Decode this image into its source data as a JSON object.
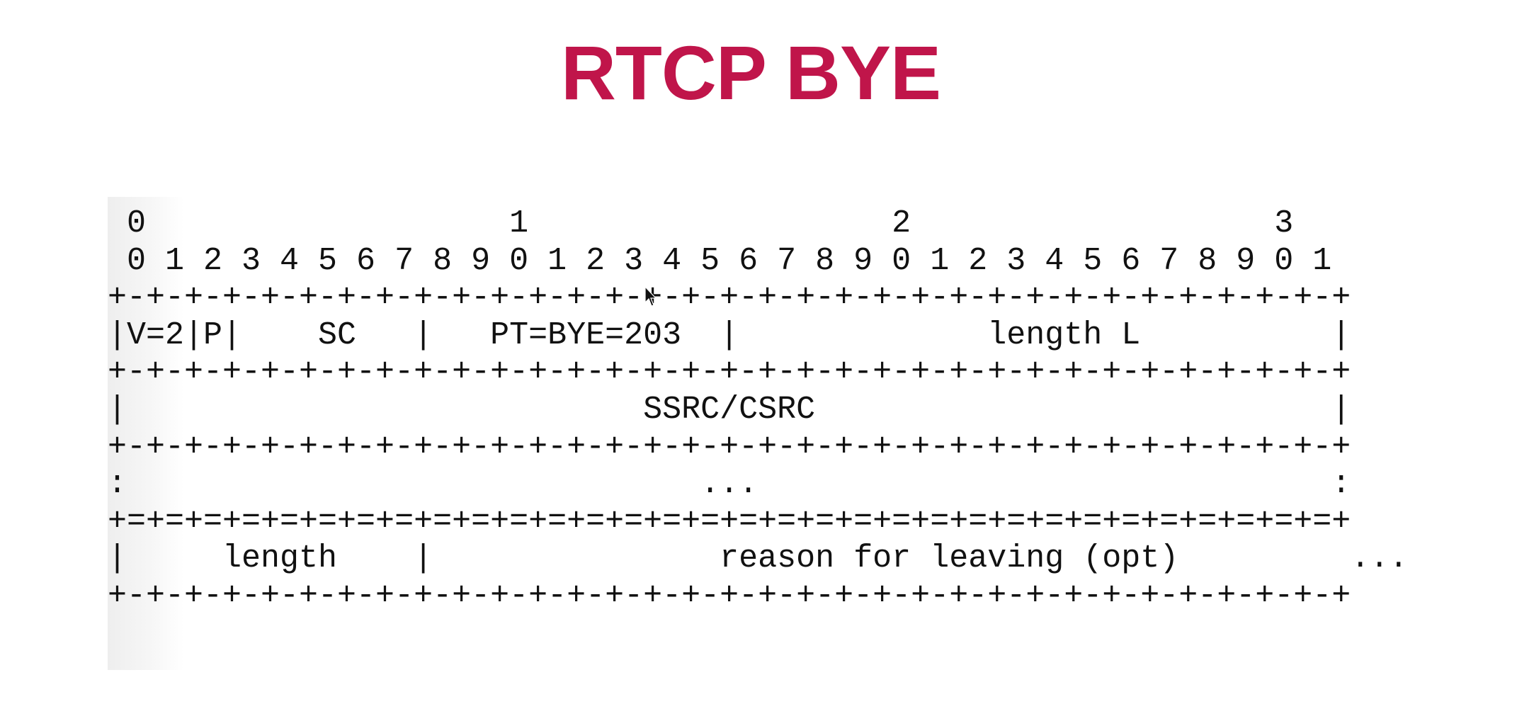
{
  "title": "RTCP BYE",
  "title_color": "#c0154a",
  "diagram": {
    "type": "rfc-packet-format",
    "rows": [
      " 0                   1                   2                   3",
      " 0 1 2 3 4 5 6 7 8 9 0 1 2 3 4 5 6 7 8 9 0 1 2 3 4 5 6 7 8 9 0 1",
      "+-+-+-+-+-+-+-+-+-+-+-+-+-+-+-+-+-+-+-+-+-+-+-+-+-+-+-+-+-+-+-+-+",
      "|V=2|P|    SC   |   PT=BYE=203  |             length L          |",
      "+-+-+-+-+-+-+-+-+-+-+-+-+-+-+-+-+-+-+-+-+-+-+-+-+-+-+-+-+-+-+-+-+",
      "|                           SSRC/CSRC                           |",
      "+-+-+-+-+-+-+-+-+-+-+-+-+-+-+-+-+-+-+-+-+-+-+-+-+-+-+-+-+-+-+-+-+",
      ":                              ...                              :",
      "+=+=+=+=+=+=+=+=+=+=+=+=+=+=+=+=+=+=+=+=+=+=+=+=+=+=+=+=+=+=+=+=+",
      "|     length    |               reason for leaving (opt)         ...",
      "+-+-+-+-+-+-+-+-+-+-+-+-+-+-+-+-+-+-+-+-+-+-+-+-+-+-+-+-+-+-+-+-+"
    ]
  },
  "icons": {
    "cursor": "mouse-pointer-icon"
  }
}
